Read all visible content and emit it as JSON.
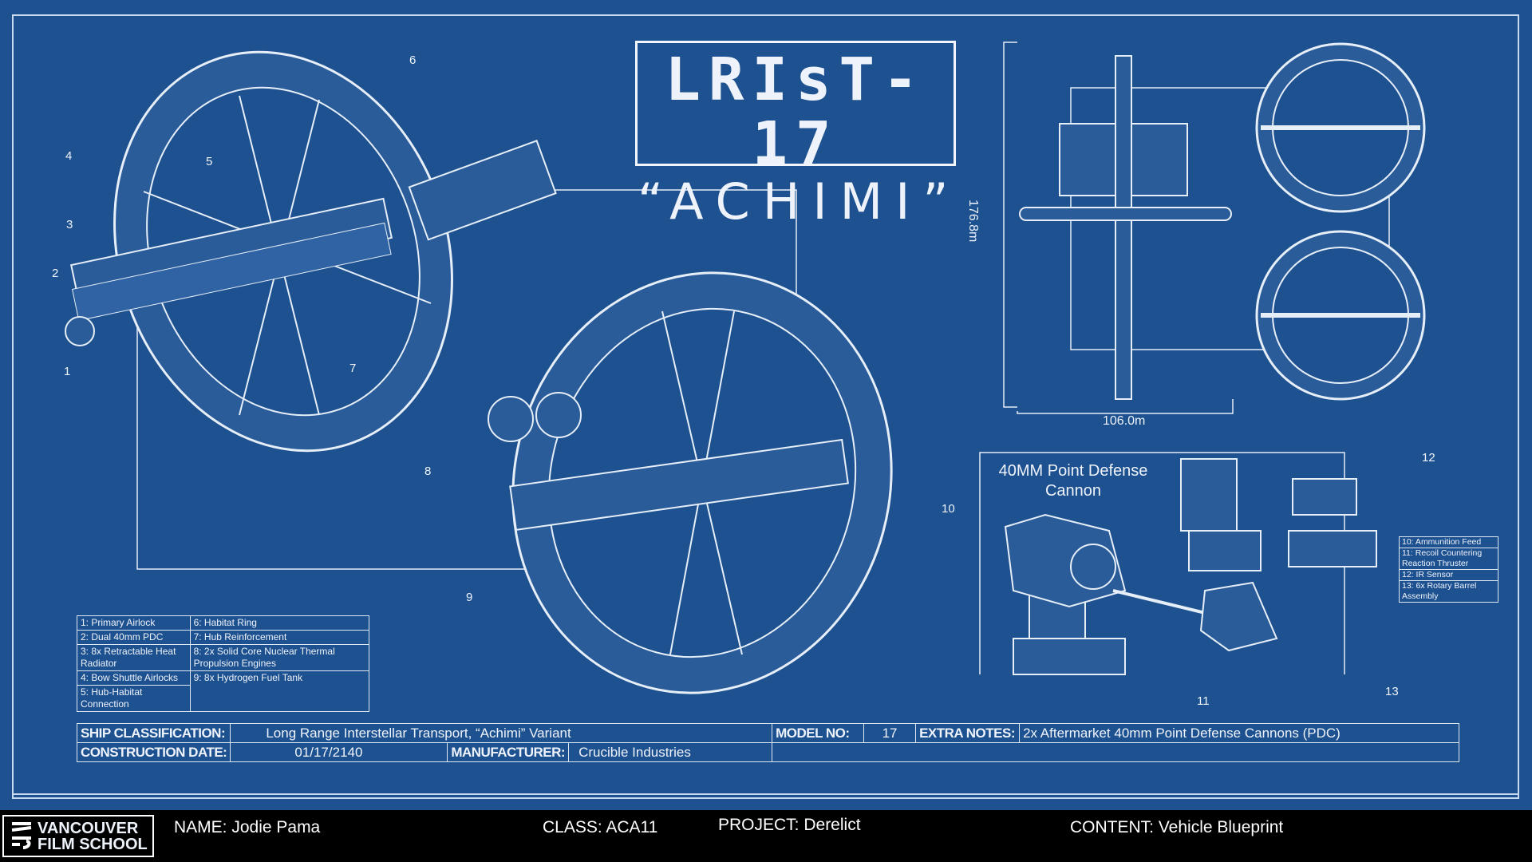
{
  "title": {
    "line1": "LRIsT-17",
    "line2": "“ACHIMI”"
  },
  "callouts": [
    "1",
    "2",
    "3",
    "4",
    "5",
    "6",
    "7",
    "8",
    "9",
    "10",
    "11",
    "12",
    "13"
  ],
  "dimensions": {
    "height": "176.8m",
    "width": "106.0m"
  },
  "legend": {
    "left": [
      "1: Primary Airlock",
      "2: Dual 40mm PDC",
      "3: 8x Retractable Heat Radiator",
      "4: Bow Shuttle Airlocks",
      "5: Hub-Habitat Connection"
    ],
    "right": [
      "6: Habitat Ring",
      "7: Hub Reinforcement",
      "8: 2x Solid Core Nuclear Thermal Propulsion Engines",
      "9: 8x Hydrogen Fuel Tank"
    ]
  },
  "cannon": {
    "title": "40MM Point Defense Cannon",
    "legend": [
      "10: Ammunition Feed",
      "11: Recoil Countering Reaction Thruster",
      "12: IR Sensor",
      "13: 6x Rotary Barrel Assembly"
    ]
  },
  "info": {
    "ship_classification_label": "SHIP CLASSIFICATION:",
    "ship_classification": "Long Range Interstellar Transport, “Achimi” Variant",
    "model_no_label": "MODEL NO:",
    "model_no": "17",
    "extra_notes_label": "EXTRA NOTES:",
    "extra_notes": "2x Aftermarket 40mm Point Defense Cannons (PDC)",
    "construction_date_label": "CONSTRUCTION DATE:",
    "construction_date": "01/17/2140",
    "manufacturer_label": "MANUFACTURER:",
    "manufacturer": "Crucible Industries"
  },
  "footer": {
    "logo": "VANCOUVER FILM SCHOOL",
    "logo_line1": "VANCOUVER",
    "logo_line2": "FILM SCHOOL",
    "name": "NAME: Jodie Pama",
    "class": "CLASS: ACA11",
    "project": "PROJECT: Derelict",
    "content": "CONTENT: Vehicle Blueprint"
  },
  "colors": {
    "background": "#1e5190",
    "lines": "#e6eef8",
    "footer": "#000000"
  }
}
